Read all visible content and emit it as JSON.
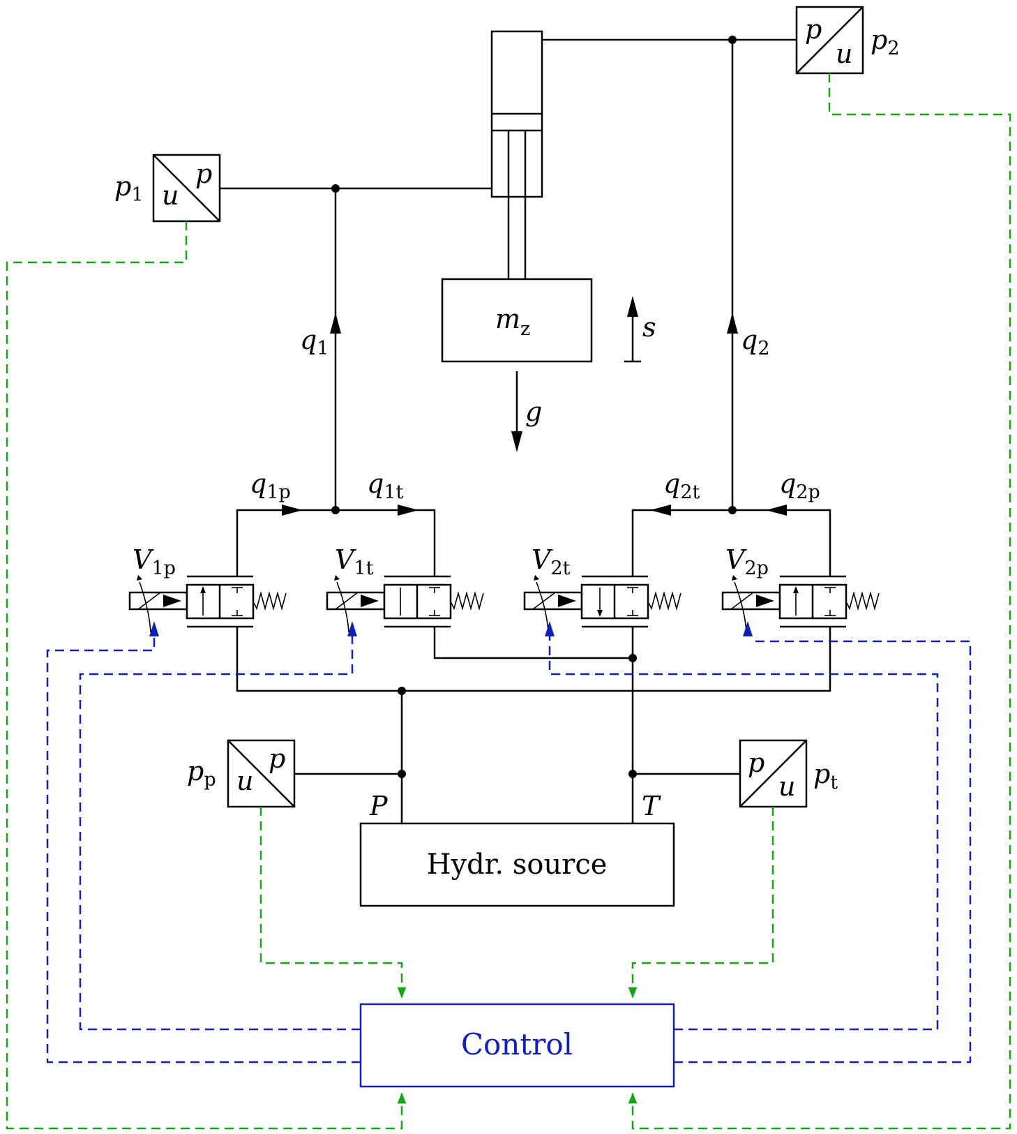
{
  "colors": {
    "hydraulic_line": "#000000",
    "sensor_signal": "#1aa31a",
    "valve_command": "#1020b8",
    "control_text": "#1020b8"
  },
  "blocks": {
    "mass": {
      "symbol": "m",
      "sub": "z"
    },
    "source": {
      "label": "Hydr. source"
    },
    "control": {
      "label": "Control"
    }
  },
  "ports": {
    "P": "P",
    "T": "T"
  },
  "quantities": {
    "s": "s",
    "g": "g",
    "q1": {
      "symbol": "q",
      "sub": "1"
    },
    "q2": {
      "symbol": "q",
      "sub": "2"
    },
    "q1p": {
      "symbol": "q",
      "sub": "1p"
    },
    "q1t": {
      "symbol": "q",
      "sub": "1t"
    },
    "q2t": {
      "symbol": "q",
      "sub": "2t"
    },
    "q2p": {
      "symbol": "q",
      "sub": "2p"
    }
  },
  "sensors": {
    "p1": {
      "symbol": "p",
      "sub": "1",
      "in": "p",
      "out": "u"
    },
    "p2": {
      "symbol": "p",
      "sub": "2",
      "in": "p",
      "out": "u"
    },
    "pp": {
      "symbol": "p",
      "sub": "p",
      "in": "p",
      "out": "u"
    },
    "pt": {
      "symbol": "p",
      "sub": "t",
      "in": "p",
      "out": "u"
    }
  },
  "valves": {
    "v1p": {
      "symbol": "V",
      "sub": "1p"
    },
    "v1t": {
      "symbol": "V",
      "sub": "1t"
    },
    "v2t": {
      "symbol": "V",
      "sub": "2t"
    },
    "v2p": {
      "symbol": "V",
      "sub": "2p"
    }
  }
}
